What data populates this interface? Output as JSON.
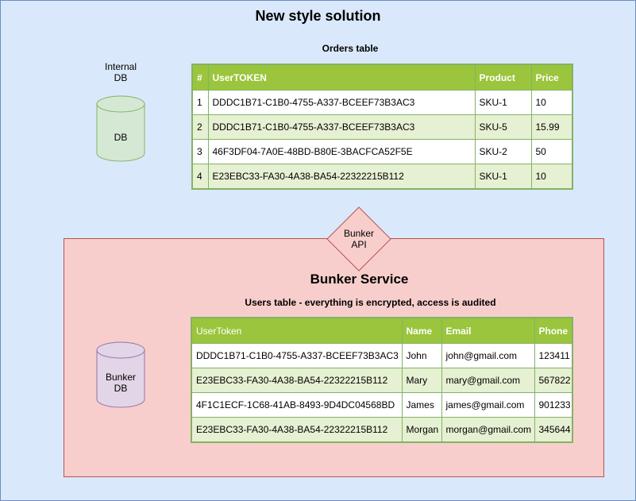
{
  "title": "New style solution",
  "internal_db": {
    "caption": "Internal\nDB",
    "label": "DB"
  },
  "orders": {
    "caption": "Orders table",
    "headers": [
      "#",
      "UserTOKEN",
      "Product",
      "Price"
    ],
    "rows": [
      [
        "1",
        "DDDC1B71-C1B0-4755-A337-BCEEF73B3AC3",
        "SKU-1",
        "10"
      ],
      [
        "2",
        "DDDC1B71-C1B0-4755-A337-BCEEF73B3AC3",
        "SKU-5",
        "15.99"
      ],
      [
        "3",
        "46F3DF04-7A0E-48BD-B80E-3BACFCA52F5E",
        "SKU-2",
        "50"
      ],
      [
        "4",
        "E23EBC33-FA30-4A38-BA54-22322215B112",
        "SKU-1",
        "10"
      ]
    ]
  },
  "bunker_api": "Bunker\nAPI",
  "bunker": {
    "title": "Bunker Service",
    "caption": "Users table - everything is encrypted, access is audited",
    "db_label": "Bunker\nDB",
    "headers": [
      "UserToken",
      "Name",
      "Email",
      "Phone"
    ],
    "rows": [
      [
        "DDDC1B71-C1B0-4755-A337-BCEEF73B3AC3",
        "John",
        "john@gmail.com",
        "123411"
      ],
      [
        "E23EBC33-FA30-4A38-BA54-22322215B112",
        "Mary",
        "mary@gmail.com",
        "567822"
      ],
      [
        "4F1C1ECF-1C68-41AB-8493-9D4DC04568BD",
        "James",
        "james@gmail.com",
        "901233"
      ],
      [
        "E23EBC33-FA30-4A38-BA54-22322215B112",
        "Morgan",
        "morgan@gmail.com",
        "345644"
      ]
    ]
  },
  "colors": {
    "canvas": "#dae8fc",
    "green_fill": "#d5e8d4",
    "green_stroke": "#82b366",
    "header": "#9ac53c",
    "red_fill": "#f8cecc",
    "red_stroke": "#b85450",
    "purple_fill": "#e1d5e7",
    "purple_stroke": "#9673a6"
  }
}
